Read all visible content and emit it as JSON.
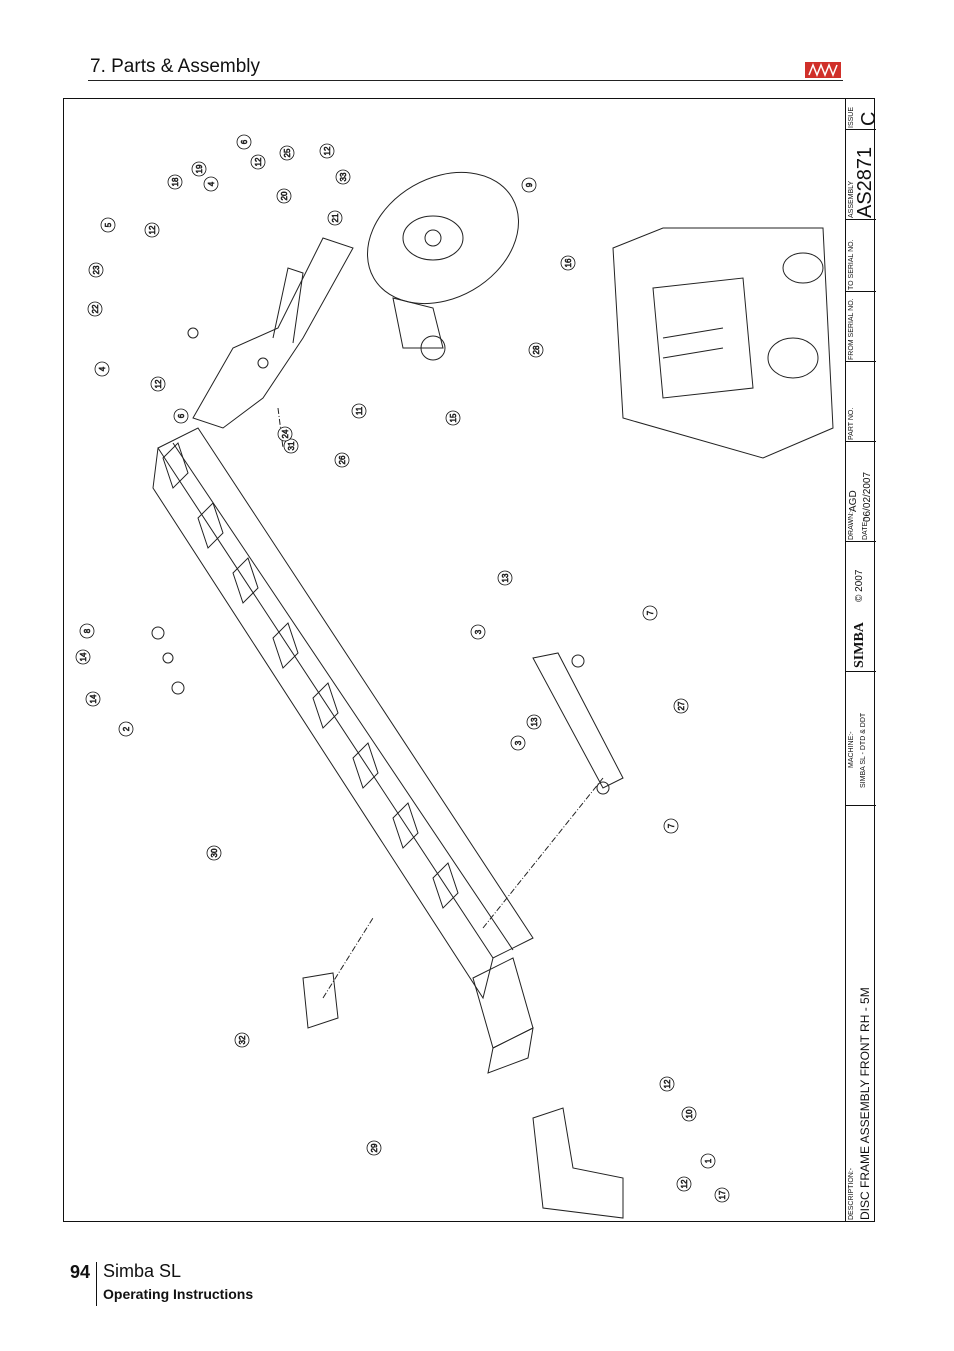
{
  "header": {
    "section_title": "7. Parts & Assembly"
  },
  "logo": {
    "name": "simba-logo",
    "color": "#d0302a"
  },
  "title_block": {
    "issue_label": "ISSUE",
    "issue_value": "C",
    "assembly_label": "ASSEMBLY",
    "assembly_value": "AS2871",
    "to_serial_label": "TO SERIAL NO.",
    "from_serial_label": "FROM SERIAL NO.",
    "part_no_label": "PART NO.",
    "drawn_label": "DRAWN:-",
    "drawn_value": "AGD",
    "date_label": "DATE:-",
    "date_value": "06/02/2007",
    "brand": "SIMBA",
    "copyright": "© 2007",
    "machine_label": "MACHINE:-",
    "machine_value": "SIMBA SL - DTD & DDT",
    "description_label": "DESCRIPTION:-",
    "description_value": "DISC FRAME ASSEMBLY FRONT RH - 5M"
  },
  "callouts": [
    "5",
    "12",
    "18",
    "19",
    "4",
    "6",
    "12",
    "20",
    "25",
    "12",
    "21",
    "33",
    "9",
    "16",
    "23",
    "22",
    "4",
    "12",
    "6",
    "31",
    "24",
    "26",
    "11",
    "15",
    "28",
    "8",
    "14",
    "14",
    "2",
    "13",
    "3",
    "7",
    "27",
    "13",
    "3",
    "7",
    "30",
    "32",
    "29",
    "12",
    "10",
    "1",
    "12",
    "17"
  ],
  "footer": {
    "page_number": "94",
    "model": "Simba SL",
    "subtitle": "Operating Instructions"
  }
}
